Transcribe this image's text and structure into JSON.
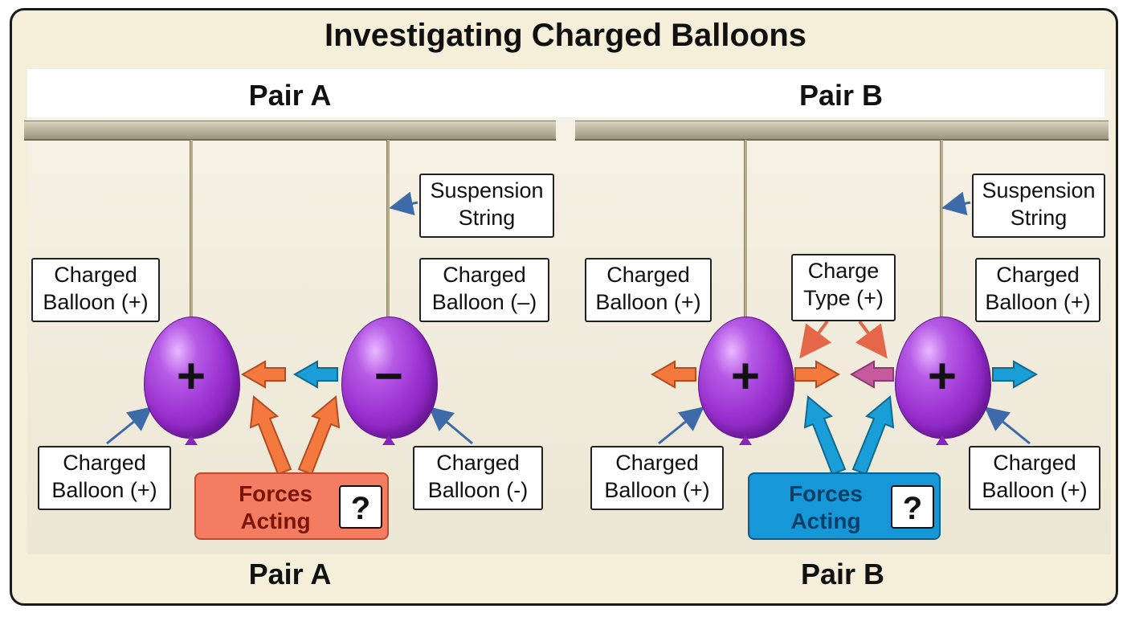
{
  "title": "Investigating Charged Balloons",
  "pair_a": {
    "header": "Pair A",
    "footer": "Pair A",
    "suspension_label": "Suspension String",
    "suspension_line1": "Suspension",
    "suspension_line2": "String",
    "left_top_label_1": "Charged",
    "left_top_label_2": "Balloon (+)",
    "right_top_label_1": "Charged",
    "right_top_label_2": "Balloon (–)",
    "left_bottom_label_1": "Charged",
    "left_bottom_label_2": "Balloon (+)",
    "right_bottom_label_1": "Charged",
    "right_bottom_label_2": "Balloon (-)",
    "left_sign": "+",
    "right_sign": "−",
    "forces_line1": "Forces",
    "forces_line2": "Acting",
    "question": "?",
    "forces_color": "#f47c60"
  },
  "pair_b": {
    "header": "Pair B",
    "footer": "Pair B",
    "suspension_line1": "Suspension",
    "suspension_line2": "String",
    "charge_type_1": "Charge",
    "charge_type_2": "Type (+)",
    "left_top_label_1": "Charged",
    "left_top_label_2": "Balloon (+)",
    "right_top_label_1": "Charged",
    "right_top_label_2": "Balloon (+)",
    "left_bottom_label_1": "Charged",
    "left_bottom_label_2": "Balloon (+)",
    "right_bottom_label_1": "Charged",
    "right_bottom_label_2": "Balloon (+)",
    "left_sign": "+",
    "right_sign": "+",
    "forces_line1": "Forces",
    "forces_line2": "Acting",
    "question": "?",
    "forces_color": "#1597d8"
  },
  "colors": {
    "orange_arrow": "#f4793e",
    "blue_arrow": "#1a9ed8",
    "pink_arrow": "#c55a9e",
    "pointer_arrow": "#3d6aa8",
    "balloon": "#9a2fd0"
  }
}
